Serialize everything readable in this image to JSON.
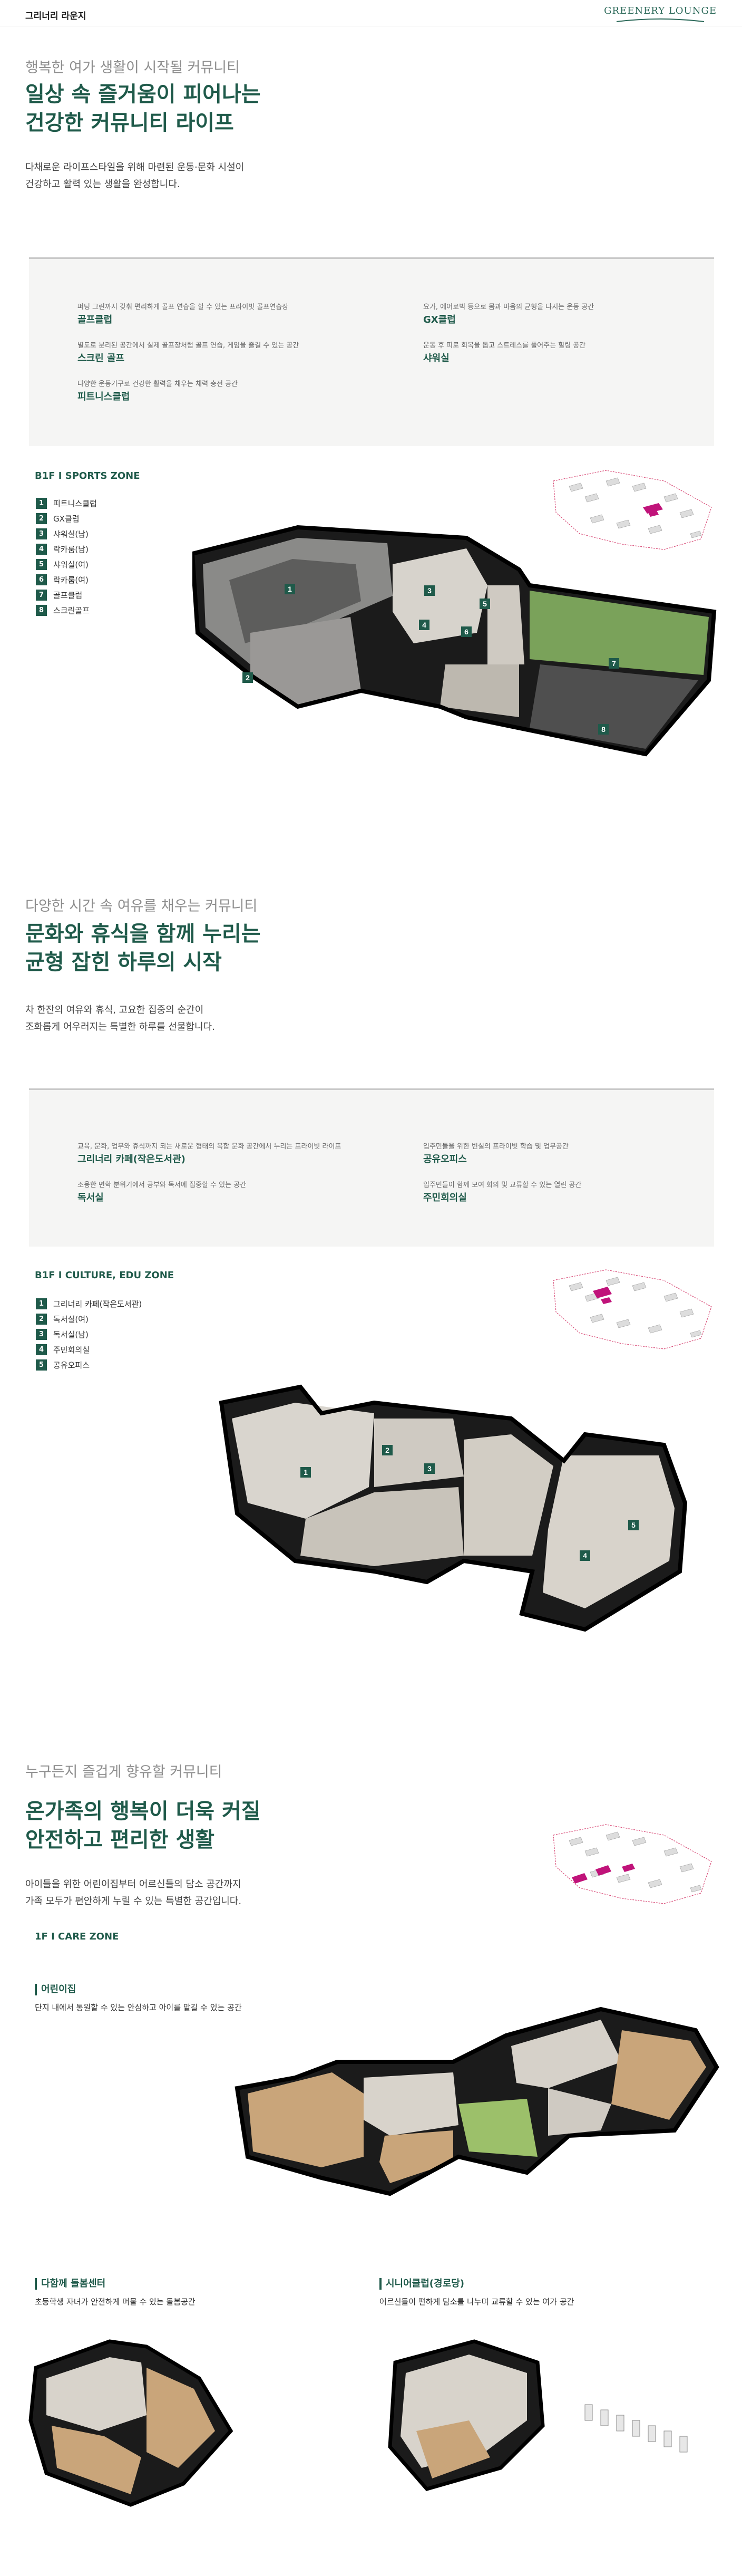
{
  "header": {
    "title": "그리너리 라운지",
    "brand": "GREENERY LOUNGE"
  },
  "sports": {
    "kicker": "행복한 여가 생활이 시작될 커뮤니티",
    "headline_1": "일상 속 즐거움이 피어나는",
    "headline_2": "건강한 커뮤니티 라이프",
    "desc_1": "다채로운 라이프스타일을 위해 마련된 운동·문화 시설이",
    "desc_2": "건강하고 활력 있는 생활을 완성합니다.",
    "facilities": [
      {
        "sub": "퍼팅 그린까지 갖춰 편리하게 골프 연습을 할 수 있는 프라이빗 골프연습장",
        "name": "골프클럽"
      },
      {
        "sub": "요가, 에어로빅 등으로 몸과 마음의 균형을 다지는 운동 공간",
        "name": "GX클럽"
      },
      {
        "sub": "별도로 분리된 공간에서 실제 골프장처럼 골프 연습, 게임을 즐길 수 있는 공간",
        "name": "스크린 골프"
      },
      {
        "sub": "운동 후 피로 회복을 돕고 스트레스를 풀어주는 힐링 공간",
        "name": "샤워실"
      },
      {
        "sub": "다양한 운동기구로 건강한 활력을 채우는 체력 충전 공간",
        "name": "피트니스클럽"
      }
    ],
    "zone_title": "B1F  I  SPORTS ZONE",
    "legend": [
      {
        "num": "1",
        "label": "피트니스클럽"
      },
      {
        "num": "2",
        "label": "GX클럽"
      },
      {
        "num": "3",
        "label": "샤워실(남)"
      },
      {
        "num": "4",
        "label": "락카룸(남)"
      },
      {
        "num": "5",
        "label": "샤워실(여)"
      },
      {
        "num": "6",
        "label": "락카룸(여)"
      },
      {
        "num": "7",
        "label": "골프클럽"
      },
      {
        "num": "8",
        "label": "스크린골프"
      }
    ]
  },
  "culture": {
    "kicker": "다양한 시간 속 여유를 채우는 커뮤니티",
    "headline_1": "문화와 휴식을 함께 누리는",
    "headline_2": "균형 잡힌 하루의 시작",
    "desc_1": "차 한잔의 여유와 휴식, 고요한 집중의 순간이",
    "desc_2": "조화롭게 어우러지는 특별한 하루를 선물합니다.",
    "facilities": [
      {
        "sub": "교육, 문화, 업무와 휴식까지 되는 새로운 형태의 복합 문화 공간에서 누리는 프라이빗 라이프",
        "name": "그리너리 카페(작은도서관)"
      },
      {
        "sub": "입주민들을 위한 빈실의 프라이빗 학습 및 업무공간",
        "name": "공유오피스"
      },
      {
        "sub": "조용한 면학 분위기에서 공부와 독서에 집중할 수 있는 공간",
        "name": "독서실"
      },
      {
        "sub": "입주민들이 함께 모여 회의 및 교류할 수 있는 열린 공간",
        "name": "주민회의실"
      }
    ],
    "zone_title": "B1F  I  CULTURE, EDU ZONE",
    "legend": [
      {
        "num": "1",
        "label": "그리너리 카페(작은도서관)"
      },
      {
        "num": "2",
        "label": "독서실(여)"
      },
      {
        "num": "3",
        "label": "독서실(남)"
      },
      {
        "num": "4",
        "label": "주민회의실"
      },
      {
        "num": "5",
        "label": "공유오피스"
      }
    ]
  },
  "care": {
    "kicker": "누구든지 즐겁게 향유할 커뮤니티",
    "headline_1": "온가족의 행복이 더욱 커질",
    "headline_2": "안전하고 편리한 생활",
    "desc_1": "아이들을 위한 어린이집부터 어르신들의 담소 공간까지",
    "desc_2": "가족 모두가 편안하게 누릴 수 있는 특별한 공간입니다.",
    "zone_title": "1F  I  CARE ZONE",
    "daycare": {
      "name": "어린이집",
      "sub": "단지 내에서 통원할 수 있는 안심하고 아이를 맡길 수 있는 공간"
    },
    "carecenter": {
      "name": "다함께 돌봄센터",
      "sub": "초등학생 자녀가 안전하게 머물 수 있는 돌봄공간"
    },
    "senior": {
      "name": "시니어클럽(경로당)",
      "sub": "어르신들이 편하게 담소를 나누며 교류할 수 있는 여가 공간"
    }
  },
  "colors": {
    "accent": "#1f5a4a",
    "highlight": "#c0137a",
    "grass": "#7aa25a",
    "floor_wood": "#c9a57a"
  }
}
